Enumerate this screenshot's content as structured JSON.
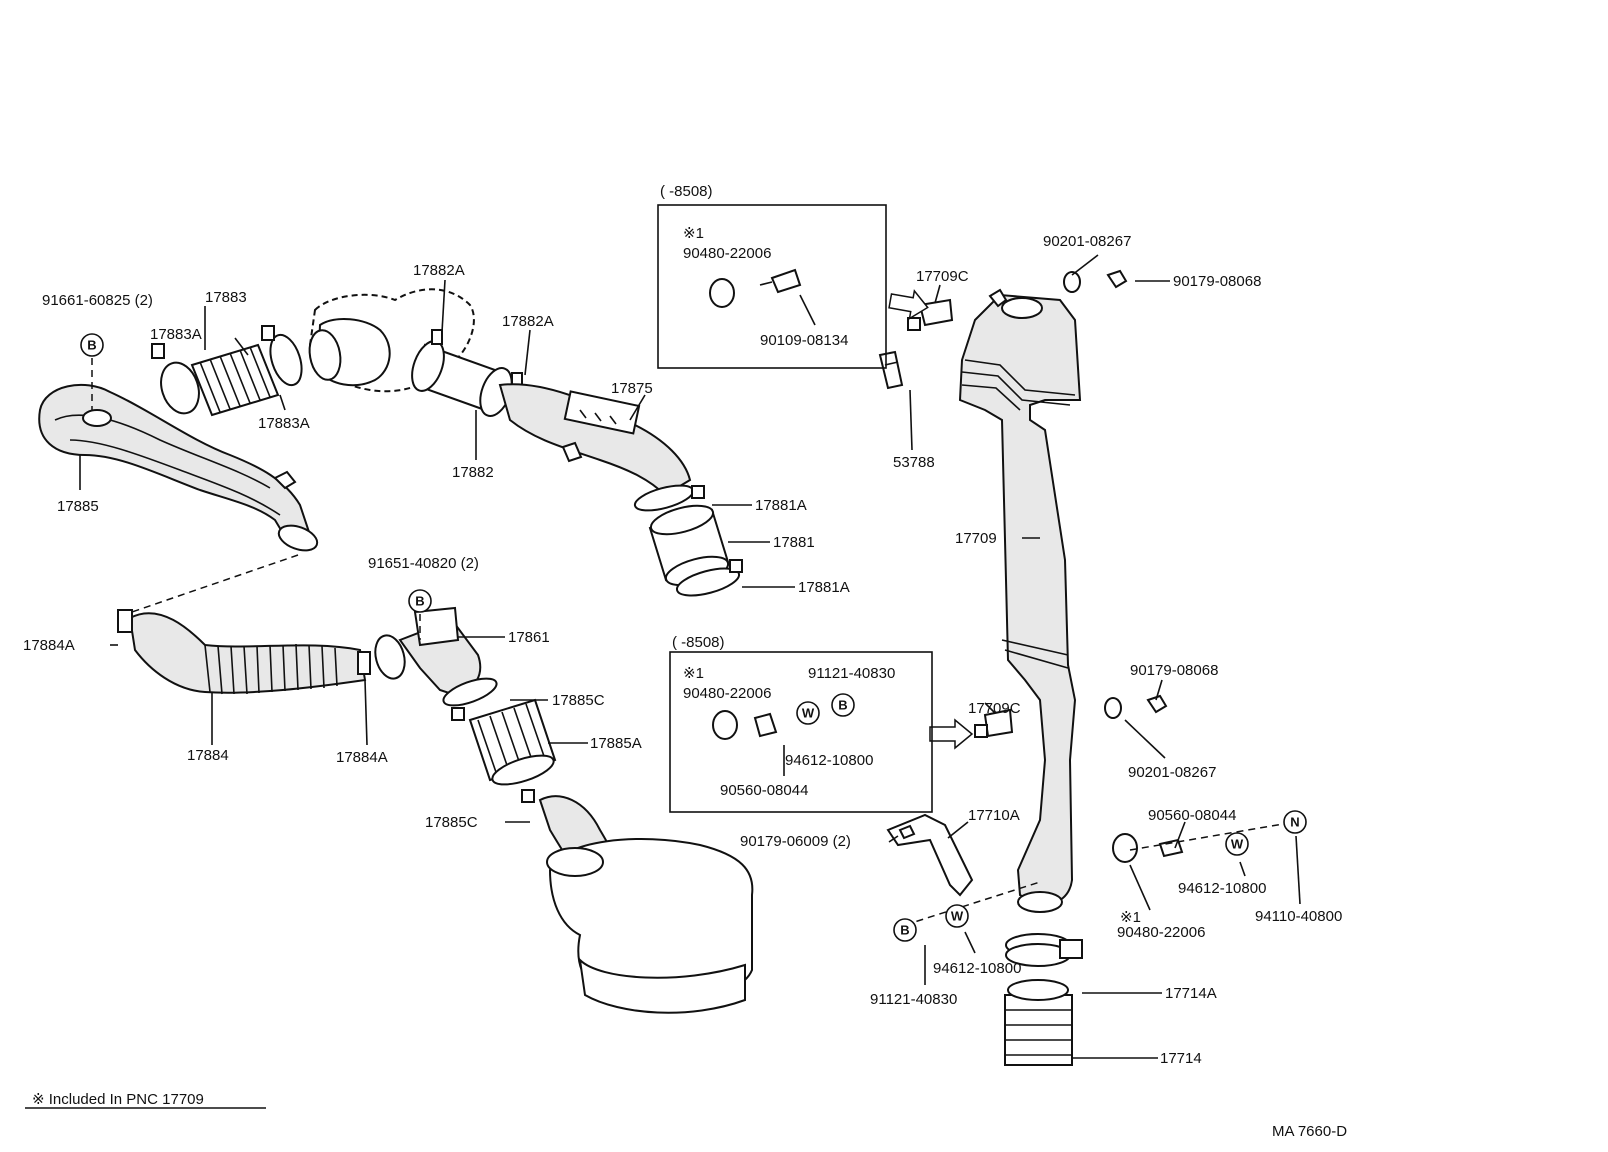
{
  "labels": {
    "p91661": "91661-60825 (2)",
    "p17883": "17883",
    "p17883A_top": "17883A",
    "p17883A_bot": "17883A",
    "p17882A_a": "17882A",
    "p17882A_b": "17882A",
    "p17882": "17882",
    "p17875": "17875",
    "p17881A_top": "17881A",
    "p17881": "17881",
    "p17881A_bot": "17881A",
    "p17885": "17885",
    "p91651": "91651-40820 (2)",
    "p17861": "17861",
    "p17884A_left": "17884A",
    "p17884": "17884",
    "p17884A_right": "17884A",
    "p17885C_top": "17885C",
    "p17885A": "17885A",
    "p17885C_bot": "17885C",
    "p17709C_top": "17709C",
    "p53788": "53788",
    "p90201_top": "90201-08267",
    "p90179_top": "90179-08068",
    "p17709": "17709",
    "p90179_mid": "90179-08068",
    "p90201_mid": "90201-08267",
    "p17709C_mid": "17709C",
    "p17710A": "17710A",
    "p90179_06009": "90179-06009 (2)",
    "p90560_right": "90560-08044",
    "p94612_right": "94612-10800",
    "p94110": "94110-40800",
    "p90480_right": "90480-22006",
    "p94612_bot": "94612-10800",
    "p91121_bot": "91121-40830",
    "p17714A": "17714A",
    "p17714": "17714",
    "mark1_right": "※1"
  },
  "box_top": {
    "header": "(      -8508)",
    "mark": "※1",
    "p90480": "90480-22006",
    "p90109": "90109-08134"
  },
  "box_mid": {
    "header": "(      -8508)",
    "mark": "※1",
    "p90480": "90480-22006",
    "p91121": "91121-40830",
    "p94612": "94612-10800",
    "p90560": "90560-08044"
  },
  "circle_letters": {
    "b1": "B",
    "b2": "B",
    "b3": "B",
    "b4": "B",
    "w1": "W",
    "w2": "W",
    "w3": "W",
    "n1": "N"
  },
  "footnote": "※  Included In PNC 17709",
  "diagram_code": "MA 7660-D"
}
